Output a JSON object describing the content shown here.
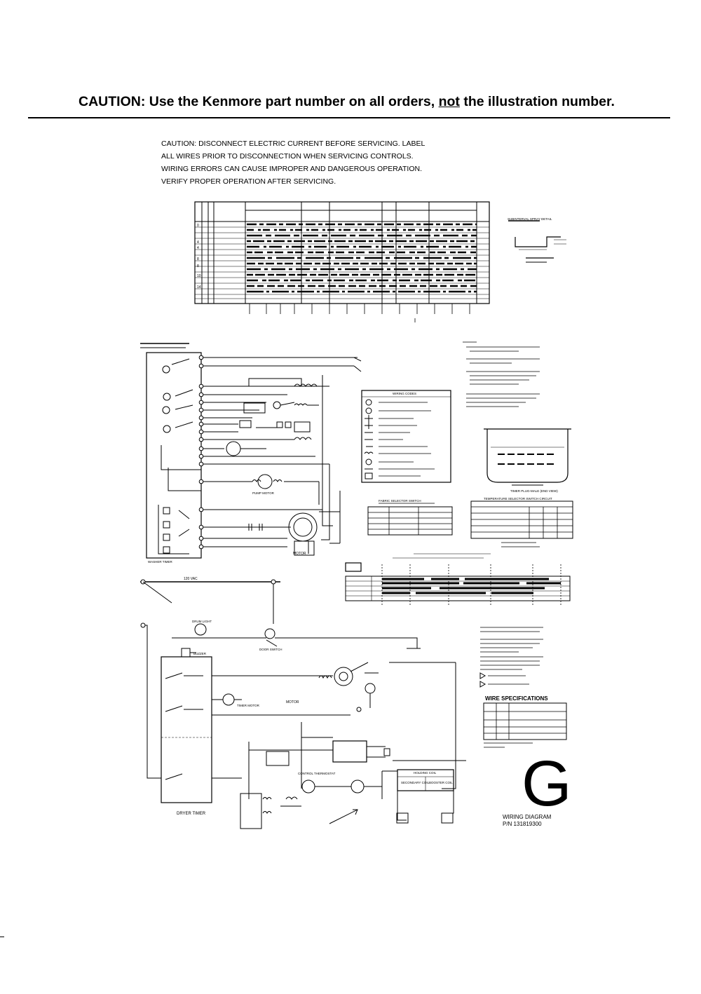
{
  "header": {
    "caution_prefix": "CAUTION: Use the Kenmore part number on all orders, ",
    "caution_not": "not",
    "caution_suffix": " the illustration number."
  },
  "service_caution": {
    "line1": "CAUTION: DISCONNECT ELECTRIC CURRENT BEFORE SERVICING. LABEL",
    "line2": "ALL WIRES PRIOR TO DISCONNECTION WHEN SERVICING CONTROLS.",
    "line3": "WIRING ERRORS CAN CAUSE IMPROPER AND DANGEROUS OPERATION.",
    "line4": "VERIFY PROPER OPERATION AFTER SERVICING."
  },
  "diagram_label": {
    "letter": "G",
    "title_line1": "WIRING DIAGRAM",
    "title_line2": "P/N 131819300"
  },
  "wire_specs": {
    "title": "WIRE SPECIFICATIONS"
  },
  "washer_labels": {
    "motor": "MOTOR",
    "pump_motor": "PUMP MOTOR",
    "washer_timer": "WASHER TIMER",
    "volt_label": "120 VAC"
  },
  "dryer_labels": {
    "dryer_timer": "DRYER TIMER",
    "door_switch": "DOOR SWITCH",
    "motor": "MOTOR",
    "timer_motor": "TIMER MOTOR",
    "buzzer": "BUZZER",
    "drum_light": "DRUM LIGHT",
    "holding_coil": "HOLDING COIL",
    "secondary_coil": "SECONDARY COIL",
    "booster_coil": "BOOSTER COIL",
    "control_thermostat": "CONTROL THERMOSTAT"
  },
  "fabric_selector": {
    "title": "FABRIC SELECTOR SWITCH"
  },
  "temperature_selector": {
    "title": "TEMPERATURE SELECTOR SWITCH CIRCUIT"
  },
  "wiring_codes": {
    "title": "WIRING CODES"
  },
  "timer_end_view": {
    "label": "TIMER PLUG-MALE (END VIEW)"
  },
  "subinterval": {
    "label": "SUBINTERVAL SPRAY DETAIL"
  }
}
